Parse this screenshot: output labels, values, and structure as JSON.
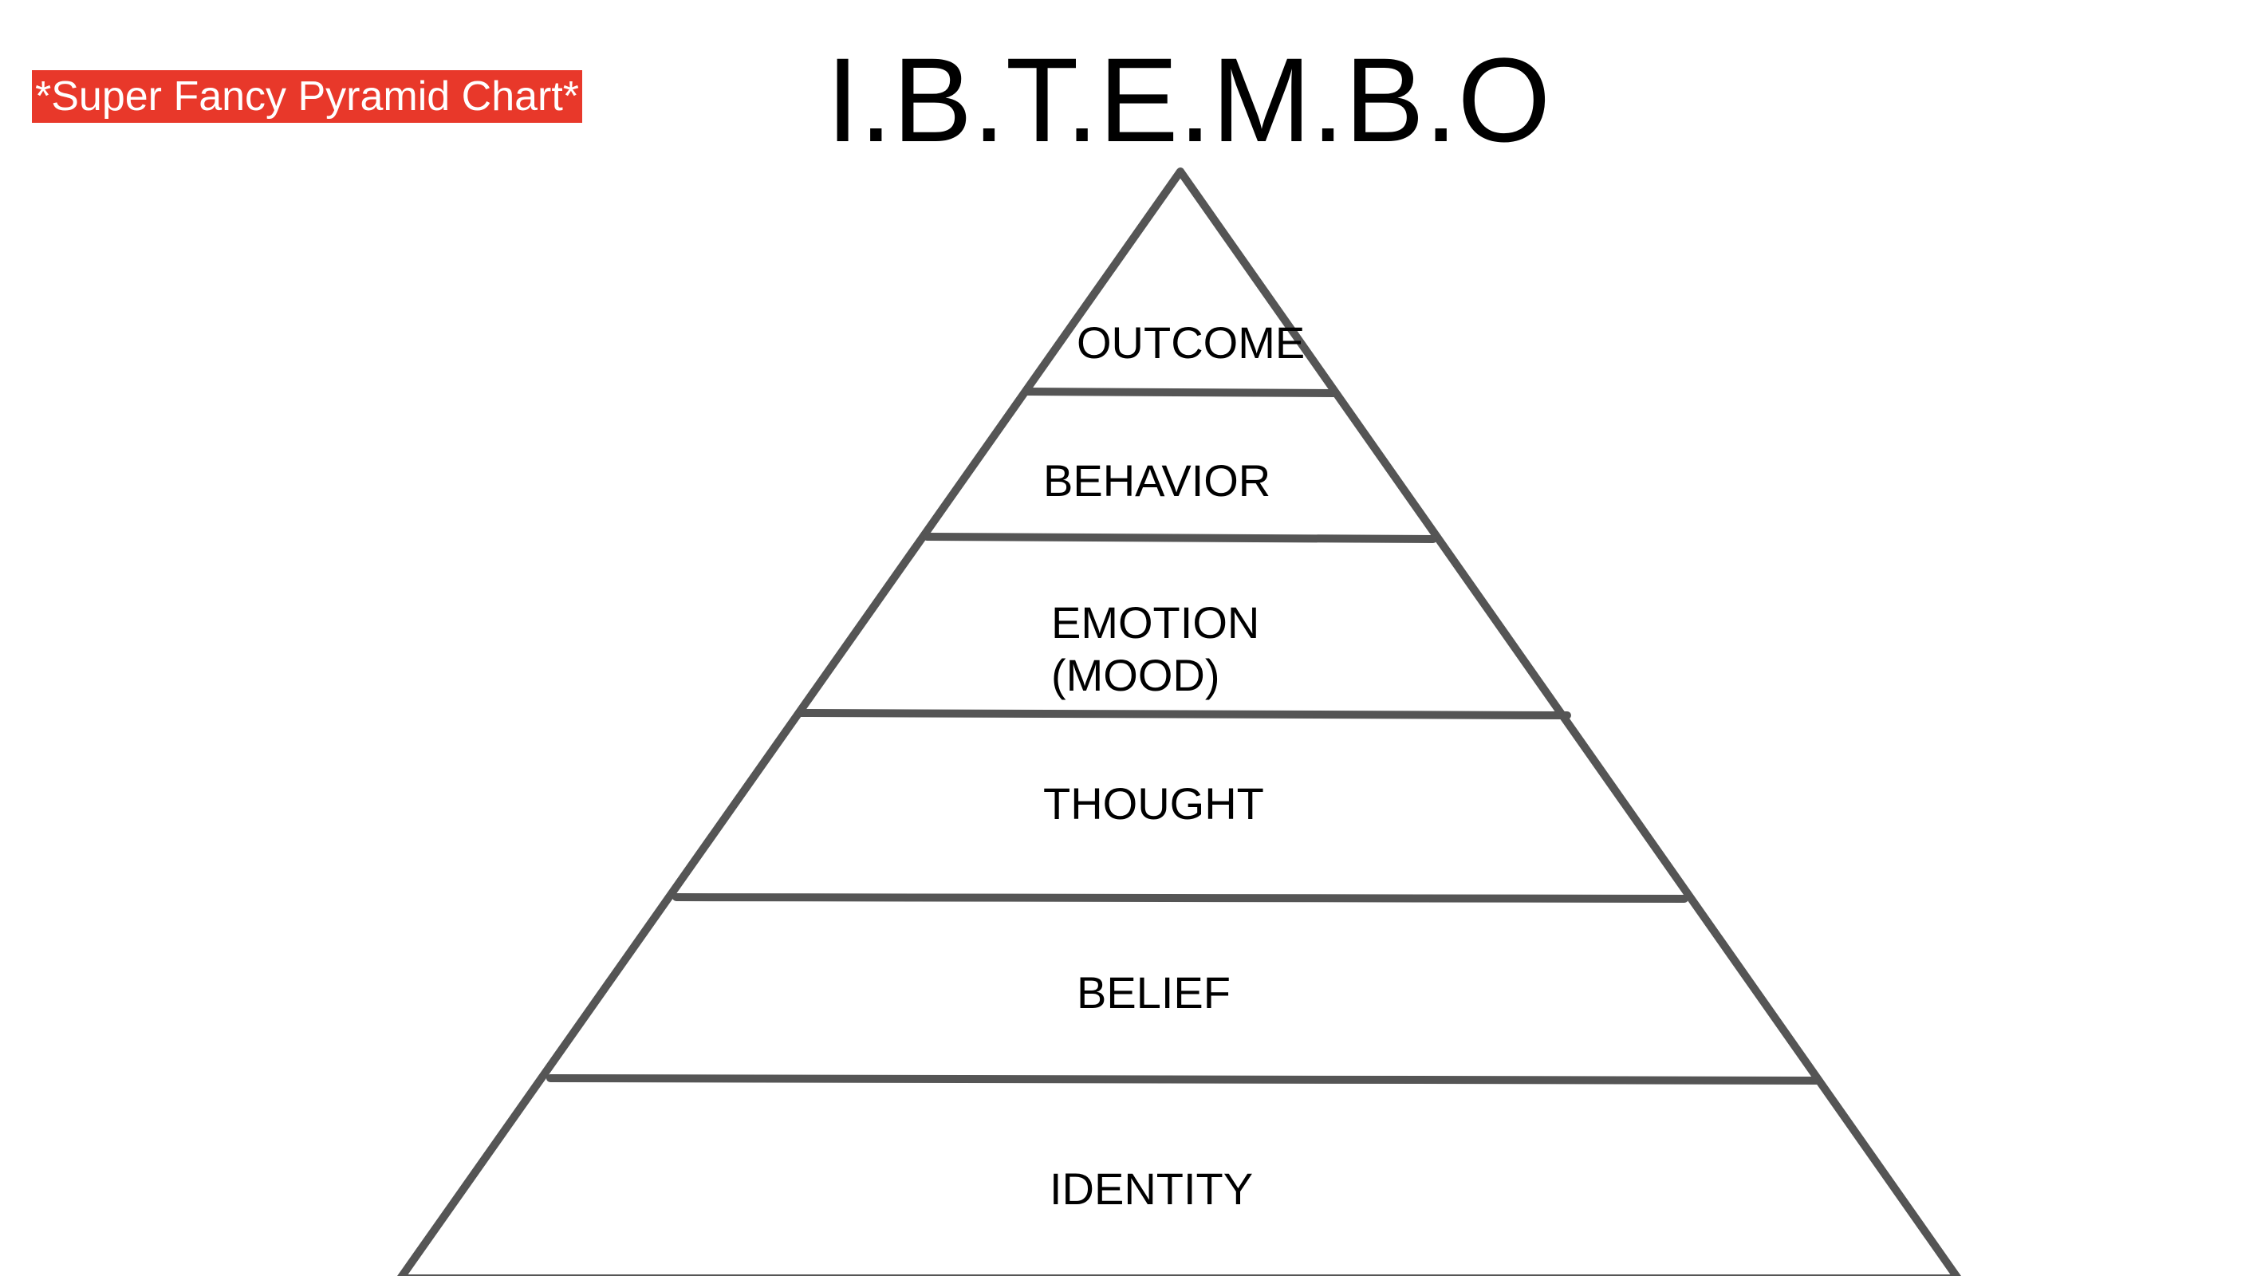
{
  "badge": {
    "text": "*Super Fancy Pyramid Chart*",
    "background": "#e8382a",
    "color": "#ffffff"
  },
  "title": "I.B.T.E.M.B.O",
  "pyramid": {
    "line_color": "#555555",
    "layers": [
      {
        "id": "outcome",
        "label": "OUTCOME"
      },
      {
        "id": "behavior",
        "label": "BEHAVIOR"
      },
      {
        "id": "emotion",
        "label": "EMOTION\n(MOOD)"
      },
      {
        "id": "thought",
        "label": "THOUGHT"
      },
      {
        "id": "belief",
        "label": "BELIEF"
      },
      {
        "id": "identity",
        "label": "IDENTITY"
      }
    ]
  }
}
